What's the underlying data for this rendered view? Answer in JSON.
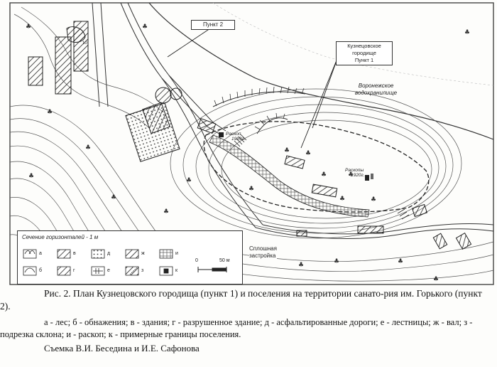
{
  "map": {
    "labels": {
      "punkt2": "Пункт 2",
      "gorodishche_line1": "Кузнецовское",
      "gorodishche_line2": "городище",
      "punkt1": "Пункт 1",
      "reservoir_line1": "Воронежское",
      "reservoir_line2": "водохранилище",
      "raskop_1999": "Раскоп",
      "raskop_1999_year": "1999г.",
      "raskopy_line1": "Раскопы",
      "raskopy_line2": "1920г.",
      "zastroyka_line1": "Сплошная",
      "zastroyka_line2": "застройка",
      "contour_number": "10"
    },
    "legend": {
      "title": "Сечение горизонталей - 1 м",
      "keys": [
        "а",
        "б",
        "в",
        "г",
        "д",
        "е",
        "ж",
        "з",
        "и",
        "к"
      ],
      "scale_start": "0",
      "scale_end": "50 м"
    }
  },
  "caption": {
    "title": "Рис. 2.  План Кузнецовского городища (пункт 1) и поселения на территории санато-рия им. Горького (пункт 2).",
    "legend_text": "а - лес; б - обнажения; в - здания; г - разрушенное здание; д - асфальтированные дороги; е - лестницы; ж - вал; з - подрезка склона; и - раскоп; к - примерные границы поселения.",
    "survey": "Съемка В.И. Беседина и И.Е. Сафонова"
  }
}
